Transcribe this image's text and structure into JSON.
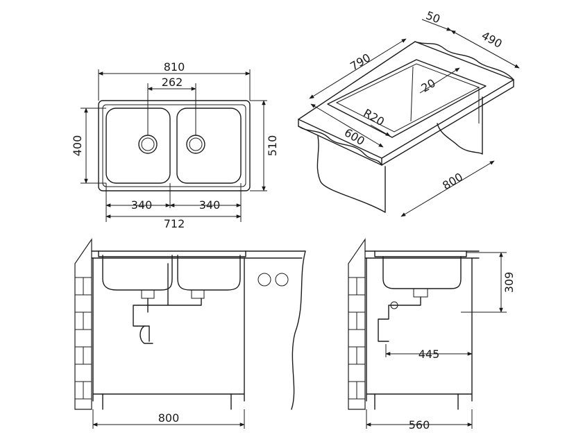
{
  "colors": {
    "stroke": "#1a1a1a",
    "background": "#ffffff"
  },
  "top_view": {
    "overall_width": "810",
    "overall_depth": "510",
    "drain_spacing": "262",
    "bowl_depth": "400",
    "bowl_left_width": "340",
    "bowl_right_width": "340",
    "bowls_total": "712"
  },
  "iso_view": {
    "length": "790",
    "edge": "50",
    "width": "490",
    "inner": "20",
    "corner_radius": "R20",
    "cabinet_depth": "600",
    "cabinet_width": "800"
  },
  "front_view": {
    "cabinet_width": "800"
  },
  "side_view": {
    "bowl_height": "309",
    "drain_offset": "445",
    "cabinet_depth": "560"
  }
}
